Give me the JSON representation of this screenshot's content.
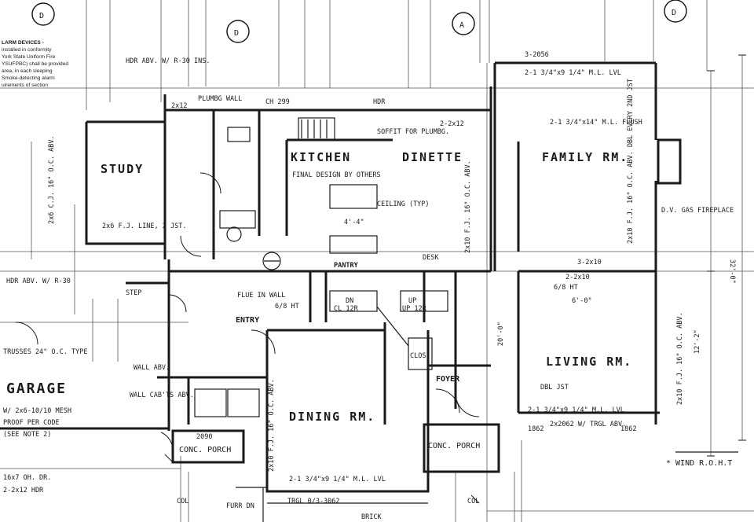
{
  "notes": {
    "alarm": [
      "LARM DEVICES -",
      "installed in conformity",
      "York State Uniform Fire",
      "YSUFPBC) shall be provided",
      "area, in each sleeping",
      "Smoke-detecting alarm",
      "uirements of section"
    ]
  },
  "grid_markers": [
    {
      "id": "marker-tl",
      "text": "D"
    },
    {
      "id": "marker-tc",
      "text": "D"
    },
    {
      "id": "marker-tr",
      "text": "D"
    },
    {
      "id": "marker-kitchen",
      "text": "A"
    }
  ],
  "rooms": {
    "study": "STUDY",
    "kitchen": "KITCHEN",
    "dinette": "DINETTE",
    "family": "FAMILY RM.",
    "living": "LIVING RM.",
    "dining": "DINING RM.",
    "garage": "GARAGE",
    "entry": "ENTRY",
    "pantry": "PANTRY",
    "foyer": "FOYER",
    "conc_porch_left": "CONC. PORCH",
    "conc_porch_right": "CONC. PORCH"
  },
  "labels": {
    "hdr_top": "HDR ABV. W/ R-30 INS.",
    "plumbg_wall": "PLUMBG WALL",
    "w2x12": "2x12",
    "ch_299": "CH 299",
    "hdr_kitchen": "HDR",
    "soffit": "SOFFIT FOR PLUMBG.",
    "span_2x12": "2-2x12",
    "x2056": "3-2056",
    "ml_lvl_top": "2-1 3/4\"x9 1/4\" M.L. LVL",
    "ml_lvl_family": "2-1 3/4\"x14\" M.L. FLUSH",
    "final_design": "FINAL DESIGN BY OTHERS",
    "ceiling_tip": "CEILING (TYP)",
    "joists_kitchen": "2x10 F.J. 16\" O.C. ABV.",
    "joists_family": "2x10 F.J. 16\" O.C. ABV. DBL EVERY 2ND JST",
    "dv_gas_fp": "D.V. GAS FIREPLACE",
    "joists_study": "2x6 C.J. 16\" O.C. ABV.",
    "line_2x6": "2x6 F.J. LINE, 2 JST.",
    "dn_stair": "DN",
    "up_stair": "UP",
    "desk": "DESK",
    "cl_12r": "CL 12R",
    "up_12r": "UP 12R",
    "hdr_garage": "HDR ABV. W/ R-30",
    "step": "STEP",
    "trusses": "TRUSSES 24\" O.C. TYPE",
    "garage_spec_1": "W/ 2x6-10/10 MESH",
    "garage_spec_2": "PROOF PER CODE",
    "garage_spec_3": "(SEE NOTE 2)",
    "garage_door": "16x7 OH. DR.",
    "garage_hdr": "2-2x12 HDR",
    "wall_abv": "WALL ABV.",
    "wall_cabts": "WALL CAB'TS ABV.",
    "flue_in_wall": "FLUE IN WALL",
    "hdr_68": "6/8 HT",
    "joists_dining": "2x10 F.J. 16\" O.C. ABV.",
    "ml_lvl_dining": "2-1 3/4\"x9 1/4\" M.L. LVL",
    "trgl_3062": "TRGL 0/3-3062",
    "furr_dn": "FURR DN",
    "brick": "BRICK",
    "col_1": "COL",
    "col_2": "COL",
    "clos": "CLOS.",
    "hdr_living": "3-2x10",
    "hdr_living_2": "2-2x10",
    "ht_68": "6/8 HT",
    "joists_living": "2x10 F.J. 16\" O.C. ABV.",
    "dbl_jst": "DBL JST",
    "ml_lvl_living": "2-1 3/4\"x9 1/4\" M.L. LVL",
    "bay_2x2062": "2x2062 W/ TRGL ABV.",
    "x1862_a": "1862",
    "x1862_b": "1862",
    "wind_note": "* WIND R.O.H.T",
    "x2090": "2090",
    "dim_32": "32'-0\"",
    "dim_12": "12'-2\"",
    "dim_20": "20'-0\"",
    "dim_6": "6'-0\"",
    "dim_4": "4'-4\""
  }
}
